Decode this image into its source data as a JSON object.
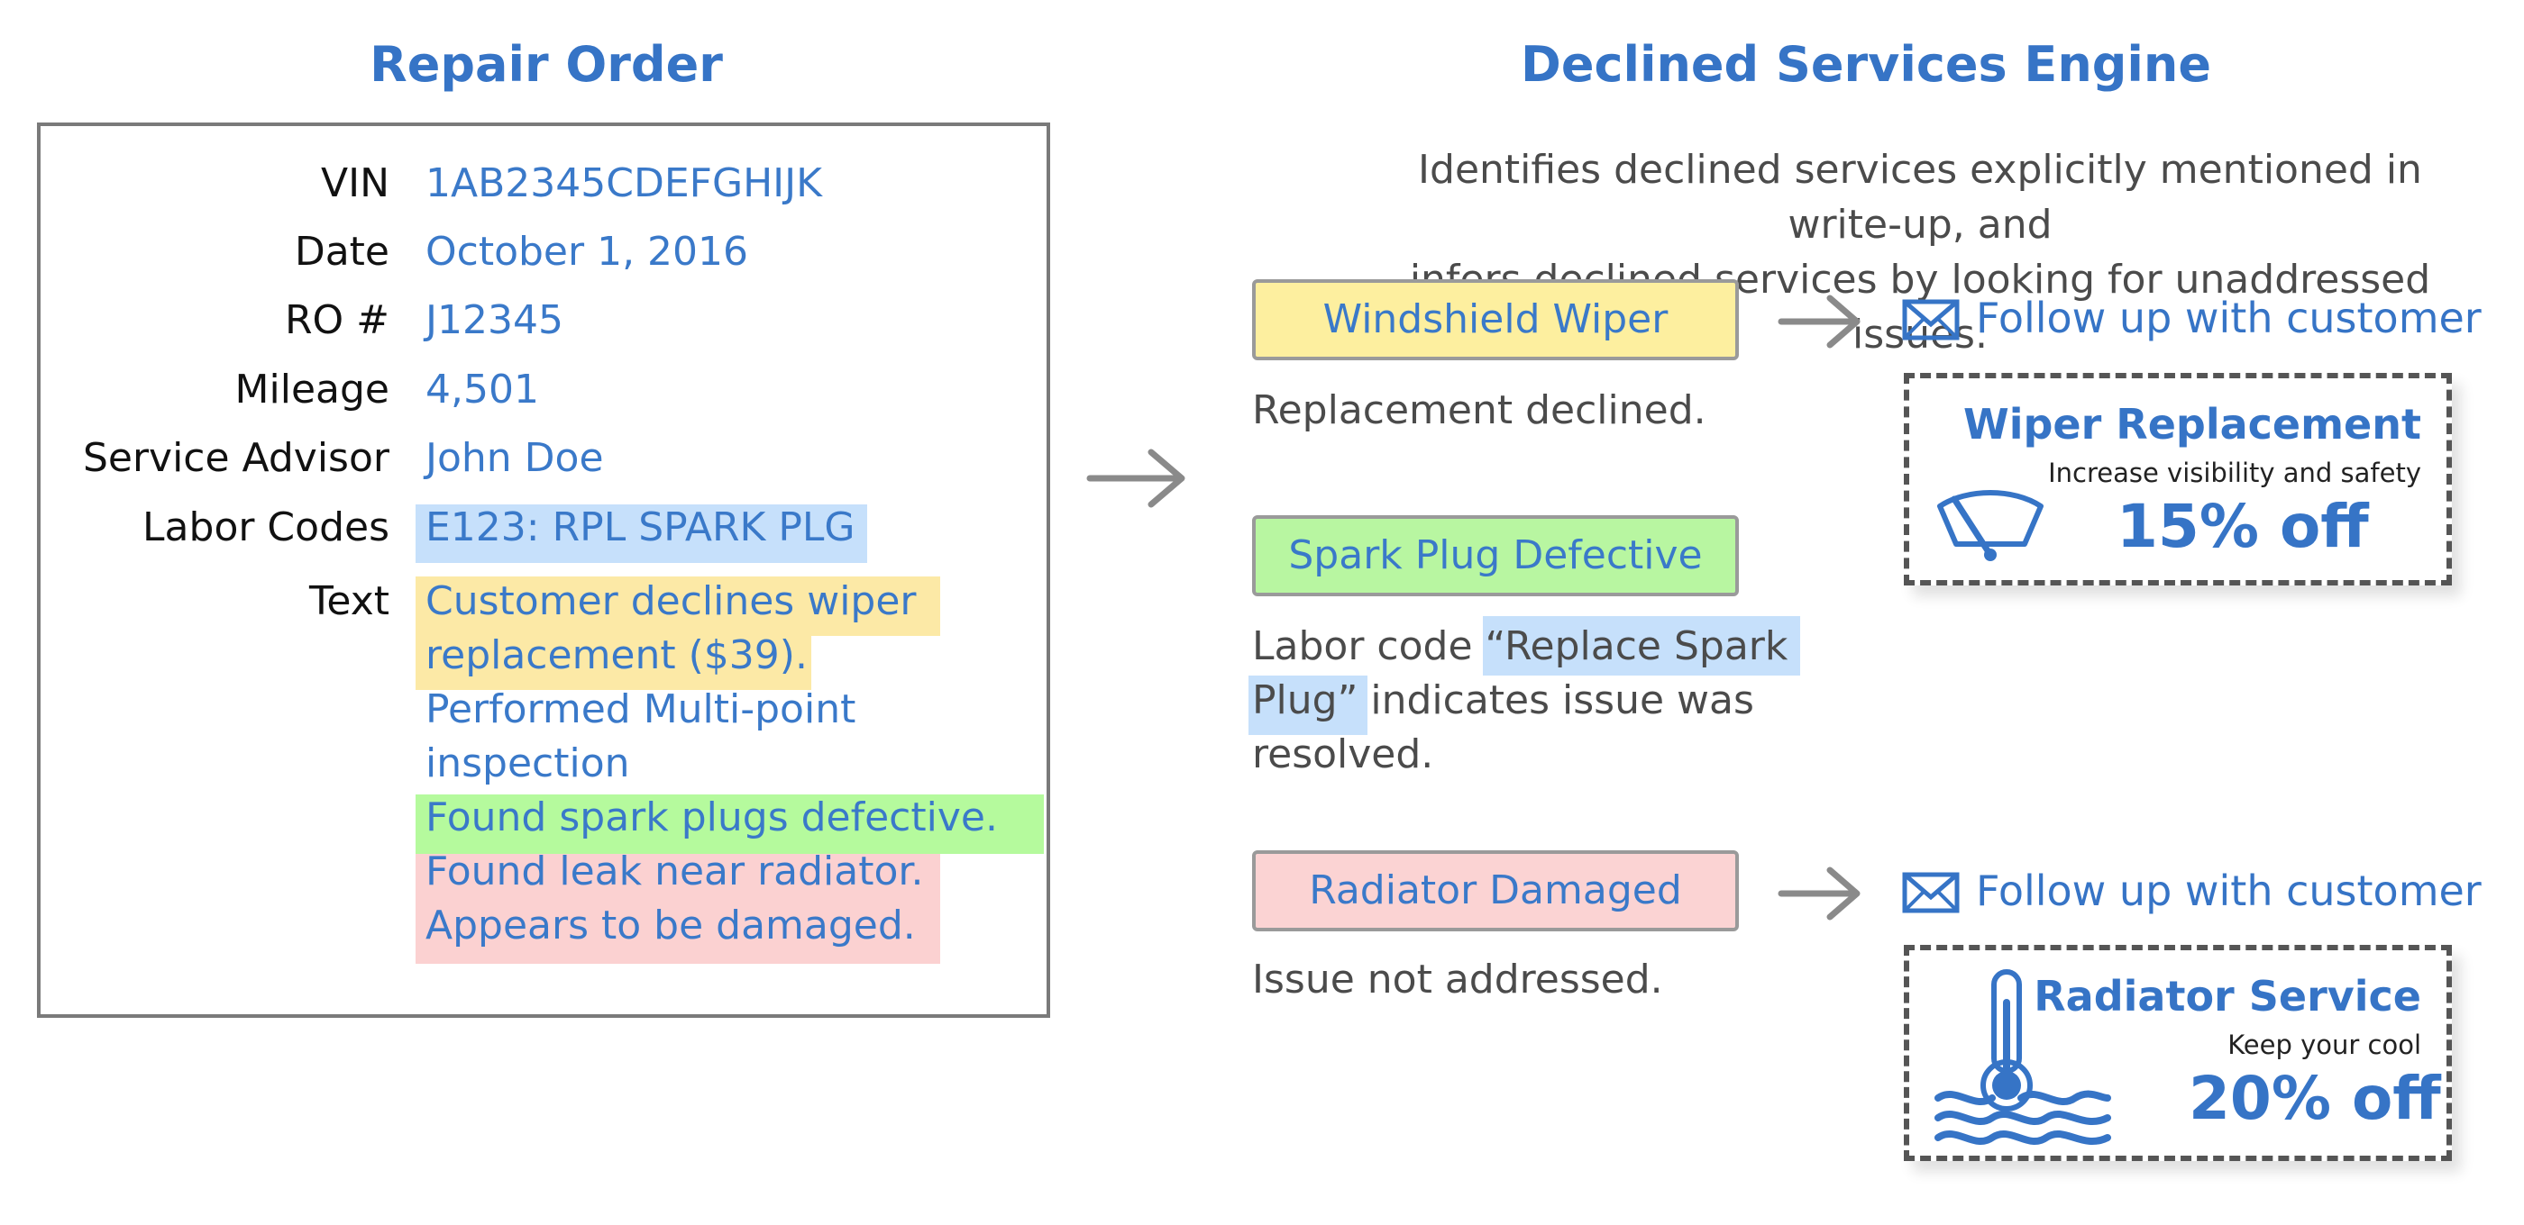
{
  "left_panel": {
    "title": "Repair Order",
    "fields": {
      "vin": {
        "label": "VIN",
        "value": "1AB2345CDEFGHIJK"
      },
      "date": {
        "label": "Date",
        "value": "October 1, 2016"
      },
      "ro": {
        "label": "RO #",
        "value": "J12345"
      },
      "mileage": {
        "label": "Mileage",
        "value": "4,501"
      },
      "advisor": {
        "label": "Service Advisor",
        "value": "John Doe"
      },
      "labor": {
        "label": "Labor Codes",
        "value": "E123: RPL SPARK PLG"
      },
      "text": {
        "label": "Text",
        "lines": [
          "Customer declines wiper",
          "replacement ($39).",
          "Performed Multi-point",
          "inspection",
          "Found spark plugs defective.",
          "Found leak near radiator.",
          "Appears to be damaged."
        ]
      }
    }
  },
  "right_panel": {
    "title": "Declined Services Engine",
    "description_line1": "Identifies declined services explicitly mentioned in write-up, and",
    "description_line2": "infers declined services by looking for unaddressed issues.",
    "issues": [
      {
        "label": "Windshield Wiper",
        "note": "Replacement declined.",
        "color": "#fdef9f"
      },
      {
        "label": "Spark Plug Defective",
        "note_pre": "Labor code ",
        "note_quote1": "“Replace Spark",
        "note_quote2": "Plug”",
        "note_post": " indicates issue was",
        "note_line3": "resolved.",
        "color": "#b8f6a1"
      },
      {
        "label": "Radiator Damaged",
        "note": "Issue not addressed.",
        "color": "#fbd3d3"
      }
    ],
    "followups": [
      {
        "text": "Follow up with customer",
        "icon": "envelope-icon"
      },
      {
        "text": "Follow up with customer",
        "icon": "envelope-icon"
      }
    ],
    "coupons": [
      {
        "title": "Wiper Replacement",
        "subtitle": "Increase visibility and safety",
        "discount": "15% off",
        "icon": "wiper-icon"
      },
      {
        "title": "Radiator Service",
        "subtitle": "Keep your cool",
        "discount": "20% off",
        "icon": "thermometer-icon"
      }
    ]
  },
  "colors": {
    "accent": "#3674c6",
    "highlight_yellow": "#fce9a6",
    "highlight_green": "#b5fa9d",
    "highlight_red": "#fbd1d1",
    "highlight_blue": "#c6e0fb"
  }
}
